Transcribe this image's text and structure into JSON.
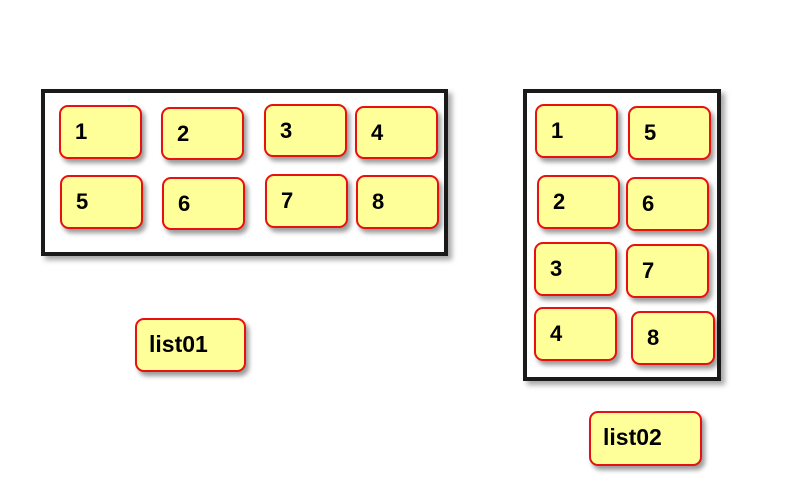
{
  "list01": {
    "label": "list01",
    "items": [
      "1",
      "2",
      "3",
      "4",
      "5",
      "6",
      "7",
      "8"
    ]
  },
  "list02": {
    "label": "list02",
    "items": [
      "1",
      "5",
      "2",
      "6",
      "3",
      "7",
      "4",
      "8"
    ]
  },
  "colors": {
    "tile_fill": "#ffff99",
    "tile_border": "#e81010",
    "frame_border": "#1a1a1a"
  }
}
